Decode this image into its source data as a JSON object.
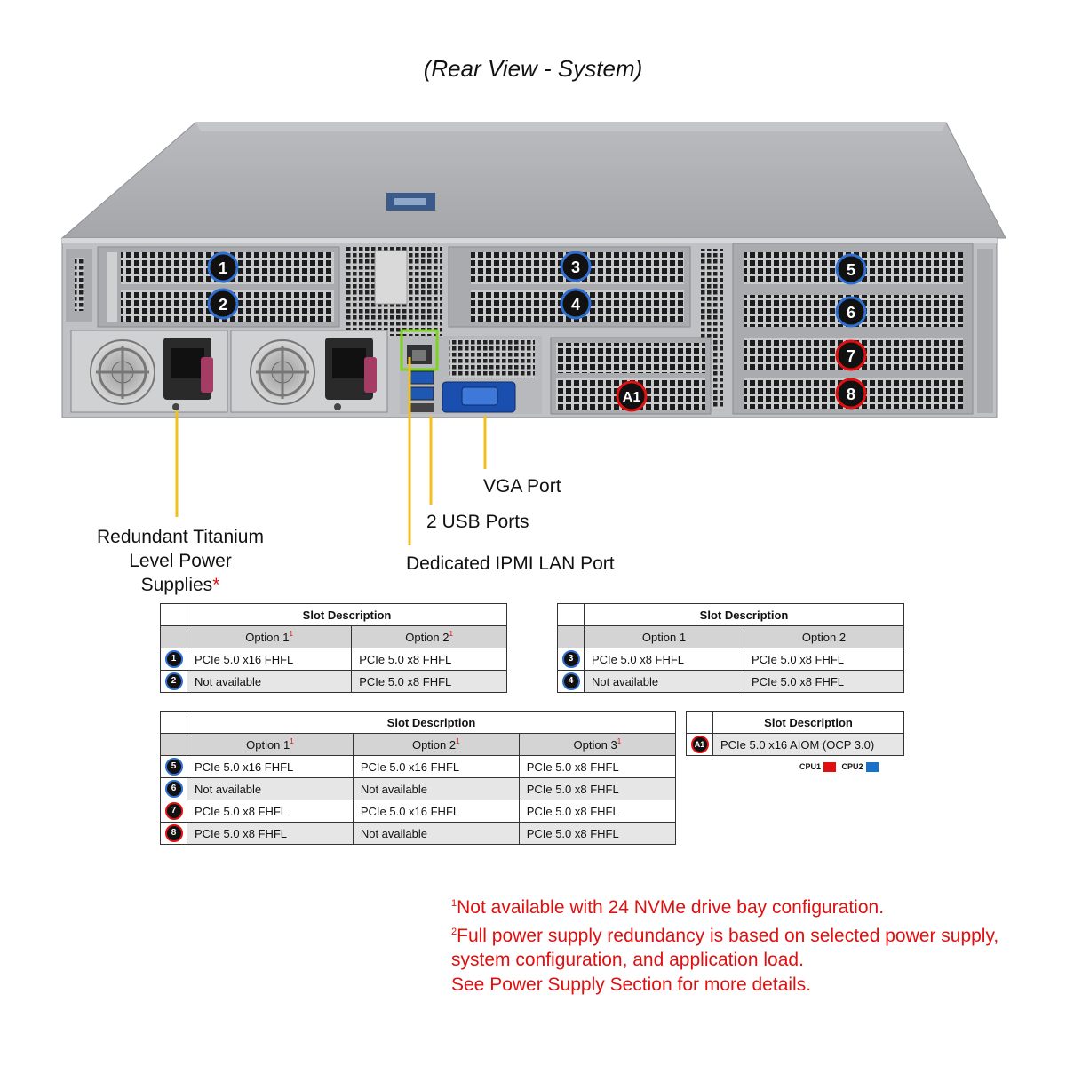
{
  "title": "(Rear View - System)",
  "chassis_badges": [
    {
      "id": "1",
      "label": "1",
      "cpu": "cpu2"
    },
    {
      "id": "2",
      "label": "2",
      "cpu": "cpu2"
    },
    {
      "id": "3",
      "label": "3",
      "cpu": "cpu2"
    },
    {
      "id": "4",
      "label": "4",
      "cpu": "cpu2"
    },
    {
      "id": "5",
      "label": "5",
      "cpu": "cpu2"
    },
    {
      "id": "6",
      "label": "6",
      "cpu": "cpu2"
    },
    {
      "id": "7",
      "label": "7",
      "cpu": "cpu1"
    },
    {
      "id": "8",
      "label": "8",
      "cpu": "cpu1"
    },
    {
      "id": "A1",
      "label": "A1",
      "cpu": "cpu1"
    }
  ],
  "callouts": {
    "psu_line1": "Redundant Titanium",
    "psu_line2": "Level Power Supplies",
    "psu_marker": "*",
    "vga": "VGA Port",
    "usb": "2 USB Ports",
    "ipmi": "Dedicated IPMI LAN Port"
  },
  "tables": {
    "slot_title": "Slot Description",
    "t1": {
      "headers": [
        "Option 1",
        "Option 2"
      ],
      "header_marks": [
        "1",
        "1"
      ],
      "rows": [
        {
          "slot": "1",
          "cpu": "cpu2",
          "cells": [
            "PCIe 5.0 x16 FHFL",
            "PCIe 5.0 x8 FHFL"
          ]
        },
        {
          "slot": "2",
          "cpu": "cpu2",
          "cells": [
            "Not available",
            "PCIe 5.0 x8 FHFL"
          ]
        }
      ]
    },
    "t2": {
      "headers": [
        "Option 1",
        "Option 2"
      ],
      "rows": [
        {
          "slot": "3",
          "cpu": "cpu2",
          "cells": [
            "PCIe 5.0 x8 FHFL",
            "PCIe 5.0 x8 FHFL"
          ]
        },
        {
          "slot": "4",
          "cpu": "cpu2",
          "cells": [
            "Not available",
            "PCIe 5.0 x8 FHFL"
          ]
        }
      ]
    },
    "t3": {
      "headers": [
        "Option 1",
        "Option 2",
        "Option 3"
      ],
      "header_marks": [
        "1",
        "1",
        "1"
      ],
      "rows": [
        {
          "slot": "5",
          "cpu": "cpu2",
          "cells": [
            "PCIe 5.0 x16 FHFL",
            "PCIe 5.0 x16 FHFL",
            "PCIe 5.0 x8 FHFL"
          ]
        },
        {
          "slot": "6",
          "cpu": "cpu2",
          "cells": [
            "Not available",
            "Not available",
            "PCIe 5.0 x8 FHFL"
          ]
        },
        {
          "slot": "7",
          "cpu": "cpu1",
          "cells": [
            "PCIe 5.0 x8 FHFL",
            "PCIe 5.0 x16 FHFL",
            "PCIe 5.0 x8 FHFL"
          ]
        },
        {
          "slot": "8",
          "cpu": "cpu1",
          "cells": [
            "PCIe 5.0 x8 FHFL",
            "Not available",
            "PCIe 5.0 x8 FHFL"
          ]
        }
      ]
    },
    "t4": {
      "rows": [
        {
          "slot": "A1",
          "cpu": "cpu1",
          "cells": [
            "PCIe 5.0 x16 AIOM (OCP 3.0)"
          ]
        }
      ]
    }
  },
  "legend": {
    "cpu1_label": "CPU1",
    "cpu1_color": "#e01010",
    "cpu2_label": "CPU2",
    "cpu2_color": "#1a72c8"
  },
  "footnotes": {
    "n1_mark": "1",
    "n1_text": "Not available with 24 NVMe drive bay configuration.",
    "n2_mark": "2",
    "n2_line1": "Full power supply redundancy is based on selected power supply,",
    "n2_line2": "system configuration, and application load.",
    "n2_line3": "See Power Supply Section for more details."
  },
  "colors": {
    "callout_line": "#f2c01e",
    "ipmi_highlight": "#7fd321",
    "badge_blue_ring": "#2f6fd0",
    "badge_red_ring": "#e01010"
  }
}
